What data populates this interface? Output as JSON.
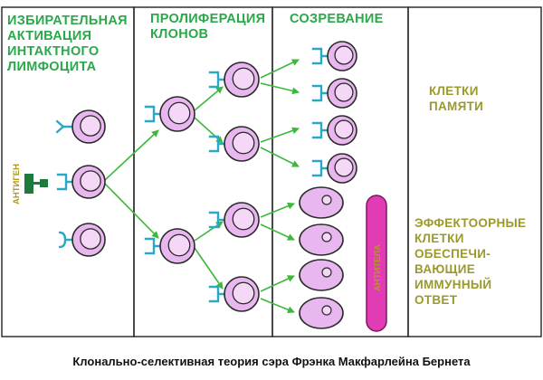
{
  "panels": [
    {
      "title": [
        "ИЗБИРАТЕЛЬНАЯ",
        "АКТИВАЦИЯ",
        "ИНТАКТНОГО",
        "ЛИМФОЦИТА"
      ]
    },
    {
      "title": [
        "ПРОЛИФЕРАЦИЯ",
        "КЛОНОВ"
      ]
    },
    {
      "title": [
        "СОЗРЕВАНИЕ"
      ]
    }
  ],
  "memory_cells_label": [
    "КЛЕТКИ",
    "ПАМЯТИ"
  ],
  "effector_cells_label": [
    "ЭФФЕКТООРНЫЕ",
    "КЛЕТКИ",
    "ОБЕСПЕЧИ-",
    "ВАЮЩИЕ",
    "ИММУННЫЙ",
    "ОТВЕТ"
  ],
  "antigen_label": "АНТИГЕН",
  "antibodies_label": "АНТИТЕЛА",
  "caption": "Клонально-селективная теория сэра Фрэнка Макфарлейна Бернета",
  "colors": {
    "panel_title": "#2aa84a",
    "side_text": "#9a9a2c",
    "cell_fill": "#e9b7ef",
    "cell_stroke": "#2a2a2a",
    "nucleus_fill": "#f5d8f7",
    "receptor": "#2aa8c8",
    "arrow": "#3cb83c",
    "antigen": "#1c7a3c",
    "antibody_bar": "#e23cb4",
    "vertical_label": "#b09a1e"
  }
}
